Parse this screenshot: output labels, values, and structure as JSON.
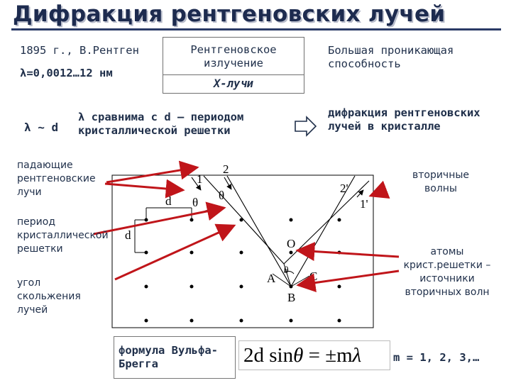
{
  "title": "Дифракция рентгеновских лучей",
  "year_author": "1895 г., В.Рентген",
  "wavelength_range": "λ=0,0012…12 нм",
  "xray_box": {
    "top": "Рентгеновское излучение",
    "bottom": "X-лучи"
  },
  "penetrating": "Большая проникающая способность",
  "lambda_approx": "λ ~ d",
  "lambda_compare": "λ сравнима с d – периодом кристаллической решетки",
  "conclusion": "дифракция рентгеновских лучей в кристалле",
  "labels": {
    "incident": "падающие рентгеновские лучи",
    "secondary": "вторичные волны",
    "period": "период кристаллической решетки",
    "atoms": "атомы крист.решетки – источники вторичных волн",
    "angle": "угол скольжения лучей"
  },
  "diagram": {
    "ray1": "1",
    "ray2": "2",
    "ray1p": "1'",
    "ray2p": "2'",
    "d_horizontal": "d",
    "d_vertical": "d",
    "theta": "θ",
    "O": "O",
    "A": "A",
    "B": "B",
    "C": "C"
  },
  "formula_label": "формула Вульфа-Брегга",
  "formula": {
    "a": "2d sin",
    "theta": "θ",
    "b": " = ±m",
    "lambda": "λ"
  },
  "m_values": "m = 1, 2, 3,…",
  "colors": {
    "title": "#1d2b4f",
    "text": "#1f2f4a",
    "arrow": "#c0151a",
    "frame": "#000000"
  }
}
